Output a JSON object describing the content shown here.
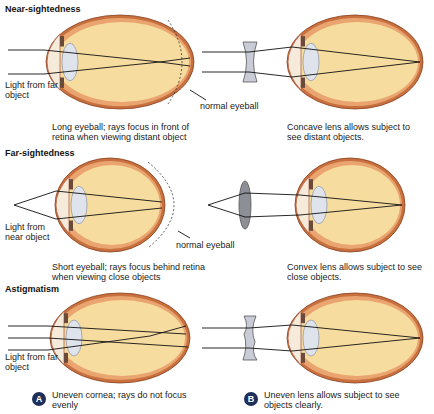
{
  "diagram": {
    "labels": [
      "Near-sightedness",
      "Light from far object",
      "normal eyeball",
      "Long eyeball; rays focus in front of retina when viewing distant object",
      "Concave lens allows subject to see distant objects.",
      "Far-sightedness",
      "Light from near object",
      "normal eyeball",
      "Short eyeball; rays focus behind retina when viewing close objects",
      "Convex lens allows subject to see close objects.",
      "Astigmatism",
      "Light from far object",
      "Uneven cornea; rays do not focus evenly",
      "A",
      "B",
      "Uneven lens allows subject to see objects clearly."
    ]
  }
}
